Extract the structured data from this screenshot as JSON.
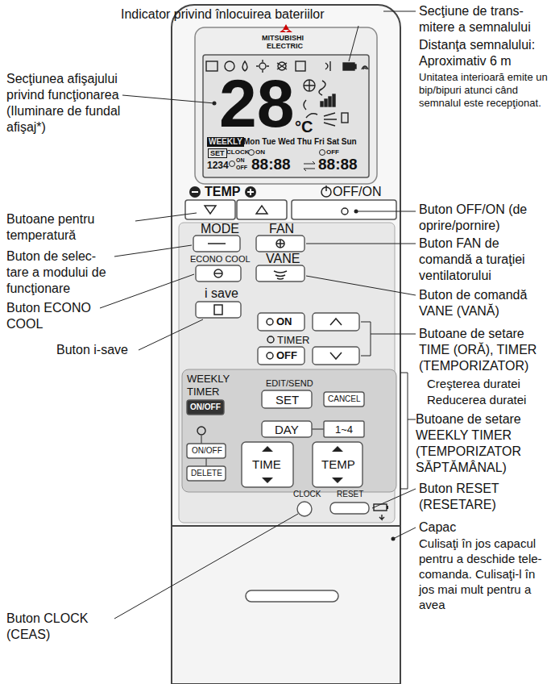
{
  "diagram": {
    "labels": [
      "Indicator privind înlocuirea bateriilor",
      "Secţiune de trans- mitere a semnalului",
      "Distanţa semnalului: Aproximativ 6 m",
      "Unitatea interioară emite un bip/bipuri atunci când semnalul este recepţionat.",
      "Secţiunea afişajului privind funcţionarea (Iluminare de fundal afişaj*)",
      "28",
      "°C",
      "WEEKLY",
      "Mon Tue Wed Thu Fri Sat Sun",
      "SET",
      "CLOCK",
      "ON",
      "OFF",
      "1234",
      "ON",
      "OFF",
      "88:88",
      "88:88",
      "TEMP",
      "OFF/ON",
      "Butoane pentru temperatură",
      "Buton OFF/ON (de oprire/pornire)",
      "MODE",
      "FAN",
      "Buton FAN de comandă a turaţiei ventilatorului",
      "Buton de selec- tare a modului de funcţionare",
      "ECONO COOL",
      "VANE",
      "Buton de comandă VANE (VANĂ)",
      "Buton ECONO COOL",
      "i save",
      "ON",
      "TIMER",
      "OFF",
      "Butoane de setare TIME (ORĂ), TIMER (TEMPORIZATOR)",
      "Creşterea duratei",
      "Reducerea duratei",
      "Buton i-save",
      "WEEKLY TIMER",
      "ON/OFF",
      "EDIT/SEND",
      "SET",
      "CANCEL",
      "DAY",
      "1~4",
      "ON/OFF",
      "DELETE",
      "TIME",
      "TEMP",
      "Butoane de setare WEEKLY TIMER (TEMPORIZATOR SĂPTĂMÂNAL)",
      "Buton RESET (RESETARE)",
      "CLOCK",
      "RESET",
      "Buton CLOCK (CEAS)",
      "Capac",
      "Culisaţi în jos capacul pentru a deschide tele- comanda. Culisaţi-l în jos mai mult pentru a avea",
      "MITSUBISHI",
      "ELECTRIC"
    ]
  }
}
